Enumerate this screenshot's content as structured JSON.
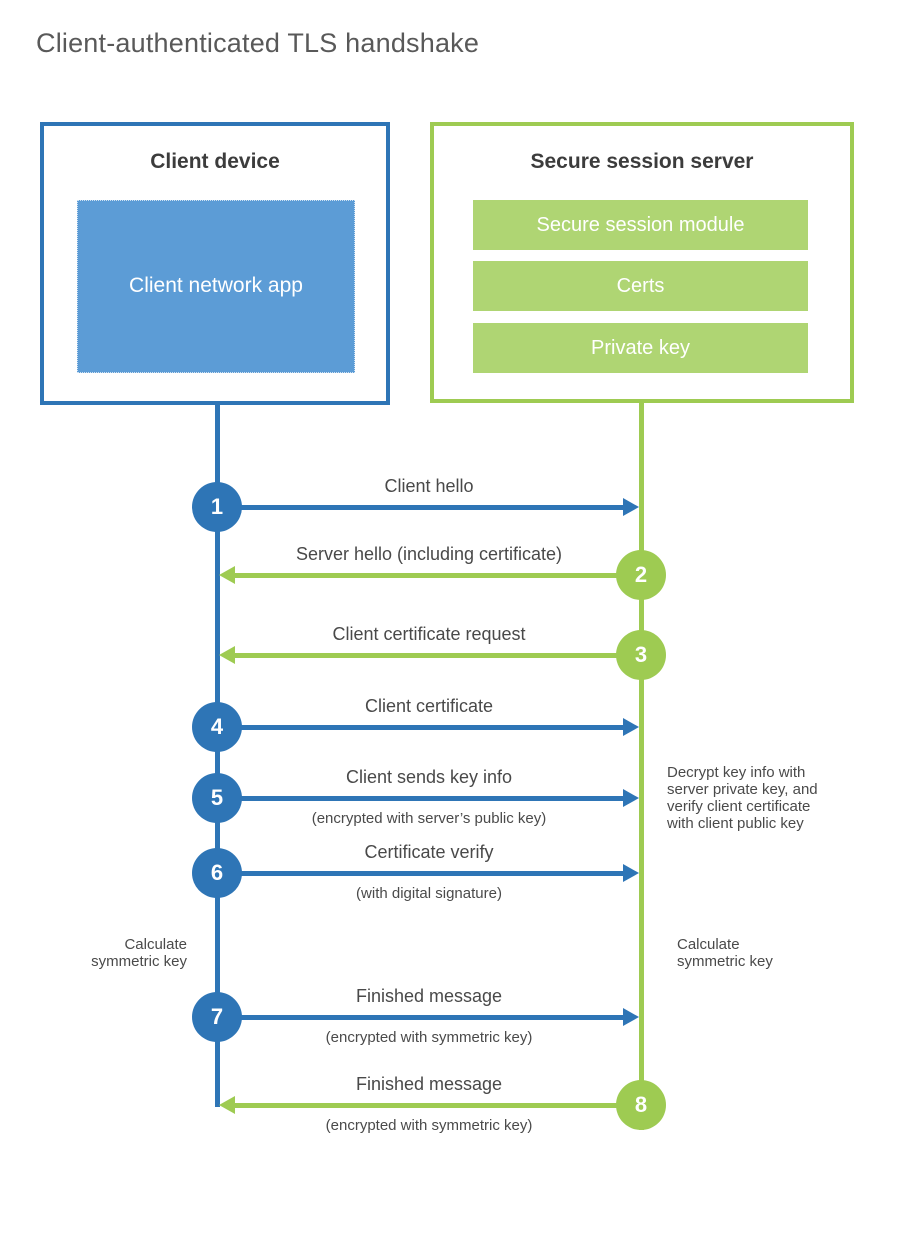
{
  "title": "Client-authenticated TLS handshake",
  "colors": {
    "blue": "#2E75B6",
    "blue_fill": "#5C9CD6",
    "green": "#9ECB52",
    "green_fill": "#AFD573"
  },
  "client": {
    "title": "Client device",
    "app": "Client network app"
  },
  "server": {
    "title": "Secure session server",
    "modules": [
      "Secure session module",
      "Certs",
      "Private key"
    ]
  },
  "steps": [
    {
      "number": "1",
      "from": "client",
      "label": "Client hello",
      "sublabel": ""
    },
    {
      "number": "2",
      "from": "server",
      "label": "Server hello (including certificate)",
      "sublabel": ""
    },
    {
      "number": "3",
      "from": "server",
      "label": "Client certificate request",
      "sublabel": ""
    },
    {
      "number": "4",
      "from": "client",
      "label": "Client certificate",
      "sublabel": ""
    },
    {
      "number": "5",
      "from": "client",
      "label": "Client sends key info",
      "sublabel": "(encrypted with server’s public key)"
    },
    {
      "number": "6",
      "from": "client",
      "label": "Certificate verify",
      "sublabel": "(with digital signature)"
    },
    {
      "number": "7",
      "from": "client",
      "label": "Finished message",
      "sublabel": "(encrypted with symmetric key)"
    },
    {
      "number": "8",
      "from": "server",
      "label": "Finished message",
      "sublabel": "(encrypted with symmetric key)"
    }
  ],
  "notes": {
    "decrypt": "Decrypt key info with\nserver private key, and\nverify client certificate\nwith client public key",
    "calc_left": "Calculate\nsymmetric key",
    "calc_right": "Calculate\nsymmetric key"
  }
}
